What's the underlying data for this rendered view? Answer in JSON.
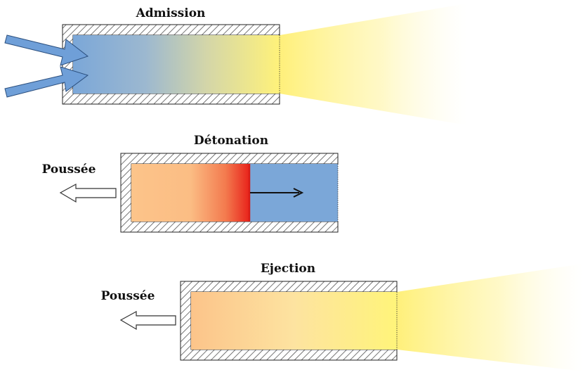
{
  "stages": [
    {
      "title": "Admission"
    },
    {
      "title": "Détonation",
      "thrust_label": "Poussée"
    },
    {
      "title": "Ejection",
      "thrust_label": "Poussée"
    }
  ],
  "colors": {
    "wall_fill": "#ffffff",
    "wall_hatch": "#555555",
    "fresh_mixture": "#7ba7d8",
    "burnt_gas": "#fcc589",
    "detonation_front": "#e8231b",
    "exhaust_plume": "#fff07a",
    "intake_arrow": "#6f9fd8",
    "outline": "#222222"
  }
}
